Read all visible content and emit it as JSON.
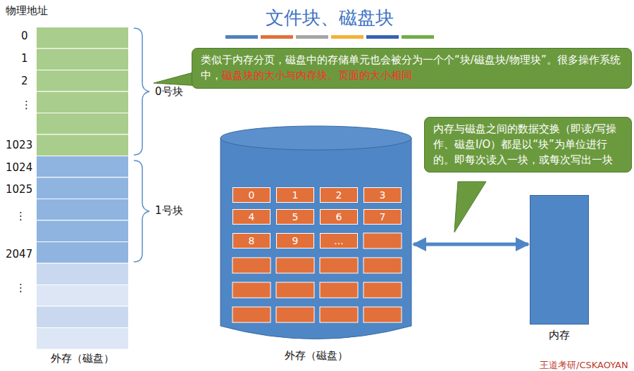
{
  "diagram": {
    "title": "文件块、磁盘块",
    "nodes": [
      {
        "text": [
          "外存（磁盘）"
        ]
      },
      {
        "text": [
          "类似于内存分页，磁盘中的存储单元也会被分为一个个“块/磁盘块/物理块”。很多操作系统中，",
          "磁盘块的大小与内存块、页面的大小相同"
        ]
      },
      {
        "text": [
          "内存与磁盘之间的数据交换（即读/写操作、磁盘I/O）都是以“块”为单位进行的。即每次读入一块，或每次写出一块"
        ]
      },
      {
        "text": [
          "外存（磁盘）"
        ]
      },
      {
        "text": [
          "0"
        ],
        "in": 3
      },
      {
        "text": [
          "1"
        ],
        "in": 3
      },
      {
        "text": [
          "2"
        ],
        "in": 3
      },
      {
        "text": [
          "3"
        ],
        "in": 3
      },
      {
        "text": [
          "4"
        ],
        "in": 3
      },
      {
        "text": [
          "5"
        ],
        "in": 3
      },
      {
        "text": [
          "6"
        ],
        "in": 3
      },
      {
        "text": [
          "7"
        ],
        "in": 3
      },
      {
        "text": [
          "8"
        ],
        "in": 3
      },
      {
        "text": [
          "9"
        ],
        "in": 3
      },
      {
        "text": [
          "..."
        ],
        "in": 3
      },
      {
        "text": [
          "内存"
        ]
      }
    ],
    "edges": [
      {
        "from": 3,
        "to": 15,
        "arrow": "both"
      }
    ],
    "labels": [
      "物理地址",
      "0",
      "1",
      "2",
      "⋮",
      "1023",
      "1024",
      "1025",
      "⋮",
      "2047",
      "⋮",
      "0号块",
      "1号块",
      "王道考研/CSKAOYAN"
    ]
  }
}
